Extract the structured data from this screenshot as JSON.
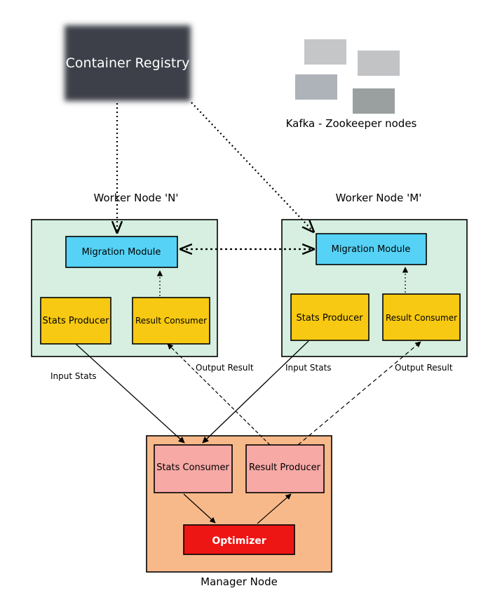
{
  "registry": {
    "label": "Container Registry",
    "fill": "#3c4049"
  },
  "kafka": {
    "label": "Kafka - Zookeeper nodes"
  },
  "worker_n": {
    "title": "Worker Node 'N'",
    "migration": "Migration Module",
    "stats_producer": "Stats Producer",
    "result_consumer": "Result Consumer"
  },
  "worker_m": {
    "title": "Worker Node 'M'",
    "migration": "Migration Module",
    "stats_producer": "Stats Producer",
    "result_consumer": "Result Consumer"
  },
  "manager": {
    "title": "Manager Node",
    "stats_consumer": "Stats Consumer",
    "result_producer": "Result Producer",
    "optimizer": "Optimizer"
  },
  "flows": {
    "input_stats_left": "Input Stats",
    "output_result_left": "Output Result",
    "input_stats_right": "Input Stats",
    "output_result_right": "Output Result"
  },
  "colors": {
    "worker_fill": "#d6efe0",
    "migration_fill": "#55d2f5",
    "yellow_fill": "#f7c912",
    "manager_fill": "#f8b98a",
    "pink_fill": "#f7a9a6",
    "optimizer_fill": "#ee1515"
  }
}
